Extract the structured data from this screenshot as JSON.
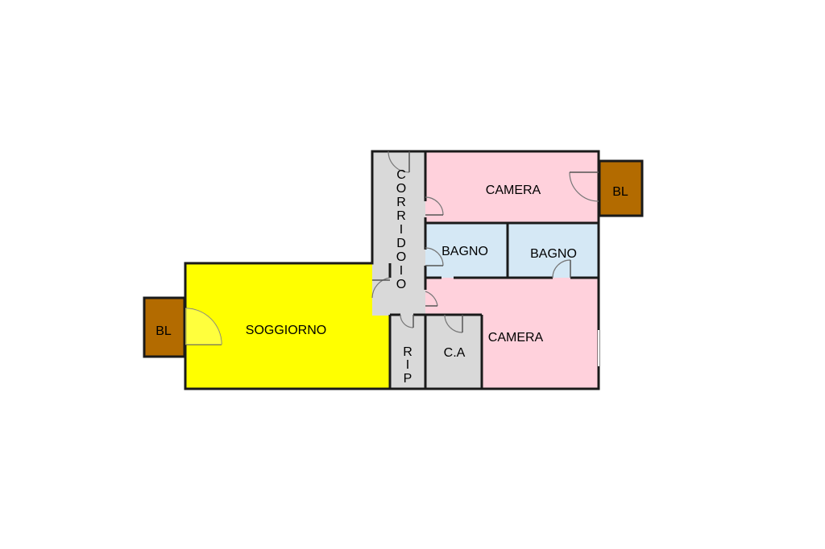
{
  "colors": {
    "soggiorno": "#ffff00",
    "camera": "#ffd1dc",
    "bagno": "#d5e8f5",
    "corridoio": "#d9d9d9",
    "balcone": "#b36b00",
    "wall": "#1a1a1a"
  },
  "rooms": {
    "soggiorno": "SOGGIORNO",
    "camera_top": "CAMERA",
    "camera_bottom": "CAMERA",
    "bagno_left": "BAGNO",
    "bagno_right": "BAGNO",
    "corridoio": [
      "C",
      "O",
      "R",
      "R",
      "I",
      "D",
      "O",
      "I",
      "O"
    ],
    "ripostiglio": [
      "R",
      "I",
      "P"
    ],
    "cabina_armadio": "C.A",
    "balcone_left": "BL",
    "balcone_right": "BL"
  }
}
